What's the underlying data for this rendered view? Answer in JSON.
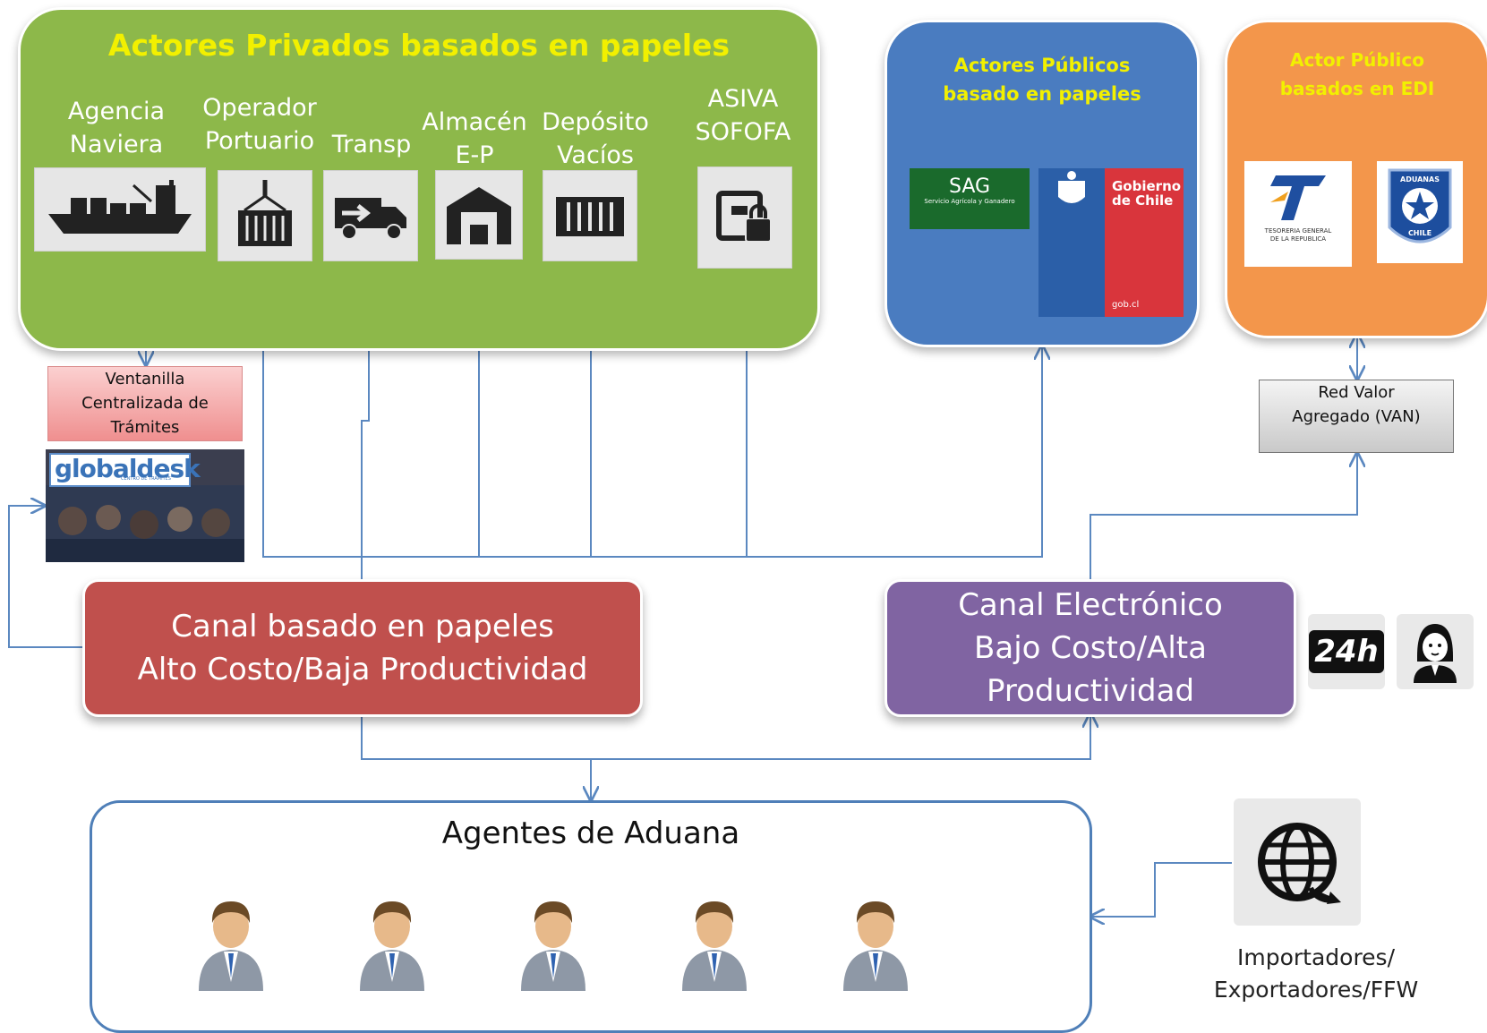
{
  "private_actors": {
    "title": "Actores Privados basados en papeles",
    "items": [
      {
        "label": "Agencia\nNaviera",
        "icon": "ship-icon"
      },
      {
        "label": "Operador\nPortuario",
        "icon": "container-crane-icon"
      },
      {
        "label": "Transp",
        "icon": "truck-icon"
      },
      {
        "label": "Almacén\nE-P",
        "icon": "warehouse-icon"
      },
      {
        "label": "Depósito\nVacíos",
        "icon": "container-icon"
      },
      {
        "label": "ASIVA\nSOFOFA",
        "icon": "package-lock-icon"
      }
    ]
  },
  "public_paper": {
    "title": "Actores Públicos\nbasado en papeles",
    "sag_title": "SAG",
    "sag_sub": "Servicio Agrícola y Ganadero",
    "gob_title": "Gobierno\nde Chile",
    "gob_url": "gob.cl"
  },
  "public_edi": {
    "title": "Actor Público\nbasados en EDI",
    "tesoreria": "TESORERIA GENERAL\nDE LA REPUBLICA",
    "aduanas_top": "ADUANAS",
    "aduanas_bottom": "CHILE"
  },
  "ventanilla": "Ventanilla\nCentralizada de\nTrámites",
  "globaldesk": {
    "logo": "globaldesk",
    "sub": "CENTRO DE TRAMITES"
  },
  "red_valor": "Red Valor\nAgregado (VAN)",
  "paper_channel": {
    "line1": "Canal basado en papeles",
    "line2": "Alto Costo/Baja Productividad"
  },
  "electronic_channel": {
    "line1": "Canal  Electrónico",
    "line2": "Bajo Costo/Alta",
    "line3": "Productividad"
  },
  "badge_24h": "24h",
  "agentes": {
    "title": "Agentes de Aduana",
    "count": 5
  },
  "importers": "Importadores/\nExportadores/FFW",
  "colors": {
    "private_green": "#8db84a",
    "public_blue": "#4a7cc0",
    "edi_orange": "#f3964b",
    "title_yellow": "#f2f000",
    "paper_red": "#c0504d",
    "electronic_purple": "#8064a2",
    "connector_blue": "#5b88c0"
  }
}
